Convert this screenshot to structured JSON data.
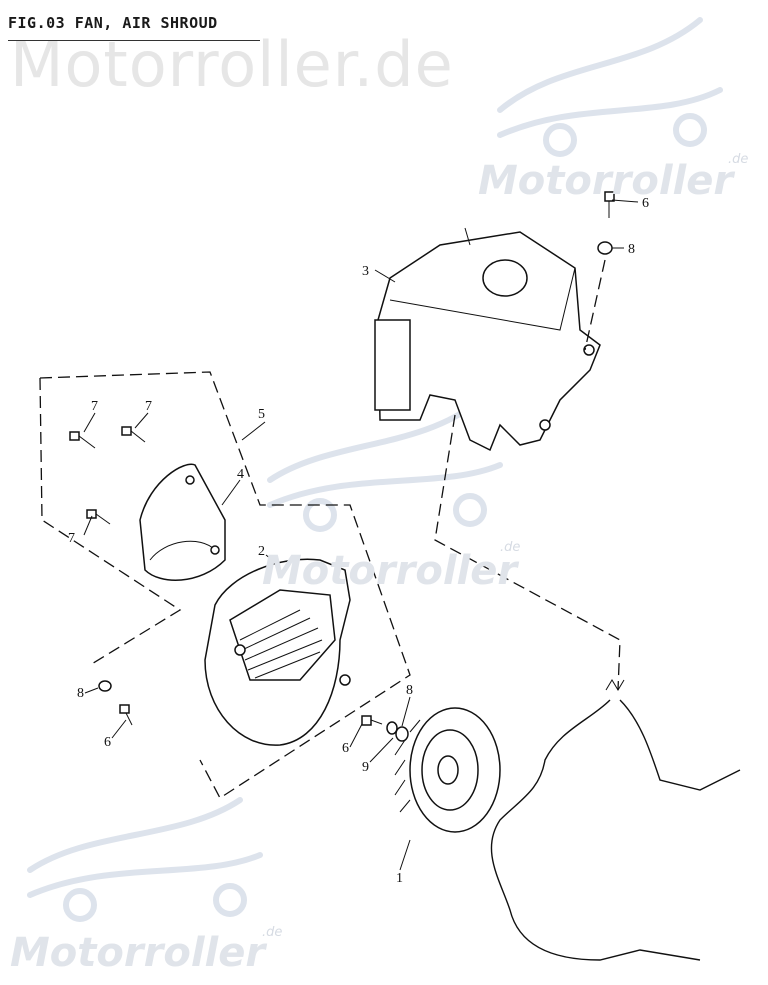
{
  "figure": {
    "title": "FIG.03 FAN, AIR SHROUD"
  },
  "watermarks": {
    "big": "Motorroller.de",
    "brand": "Motorroller",
    "suffix": ".de"
  },
  "callouts": {
    "c1": "1",
    "c2": "2",
    "c3": "3",
    "c4": "4",
    "c5": "5",
    "c6a": "6",
    "c6b": "6",
    "c6c": "6",
    "c7a": "7",
    "c7b": "7",
    "c7c": "7",
    "c8a": "8",
    "c8b": "8",
    "c8c": "8",
    "c9": "9"
  }
}
